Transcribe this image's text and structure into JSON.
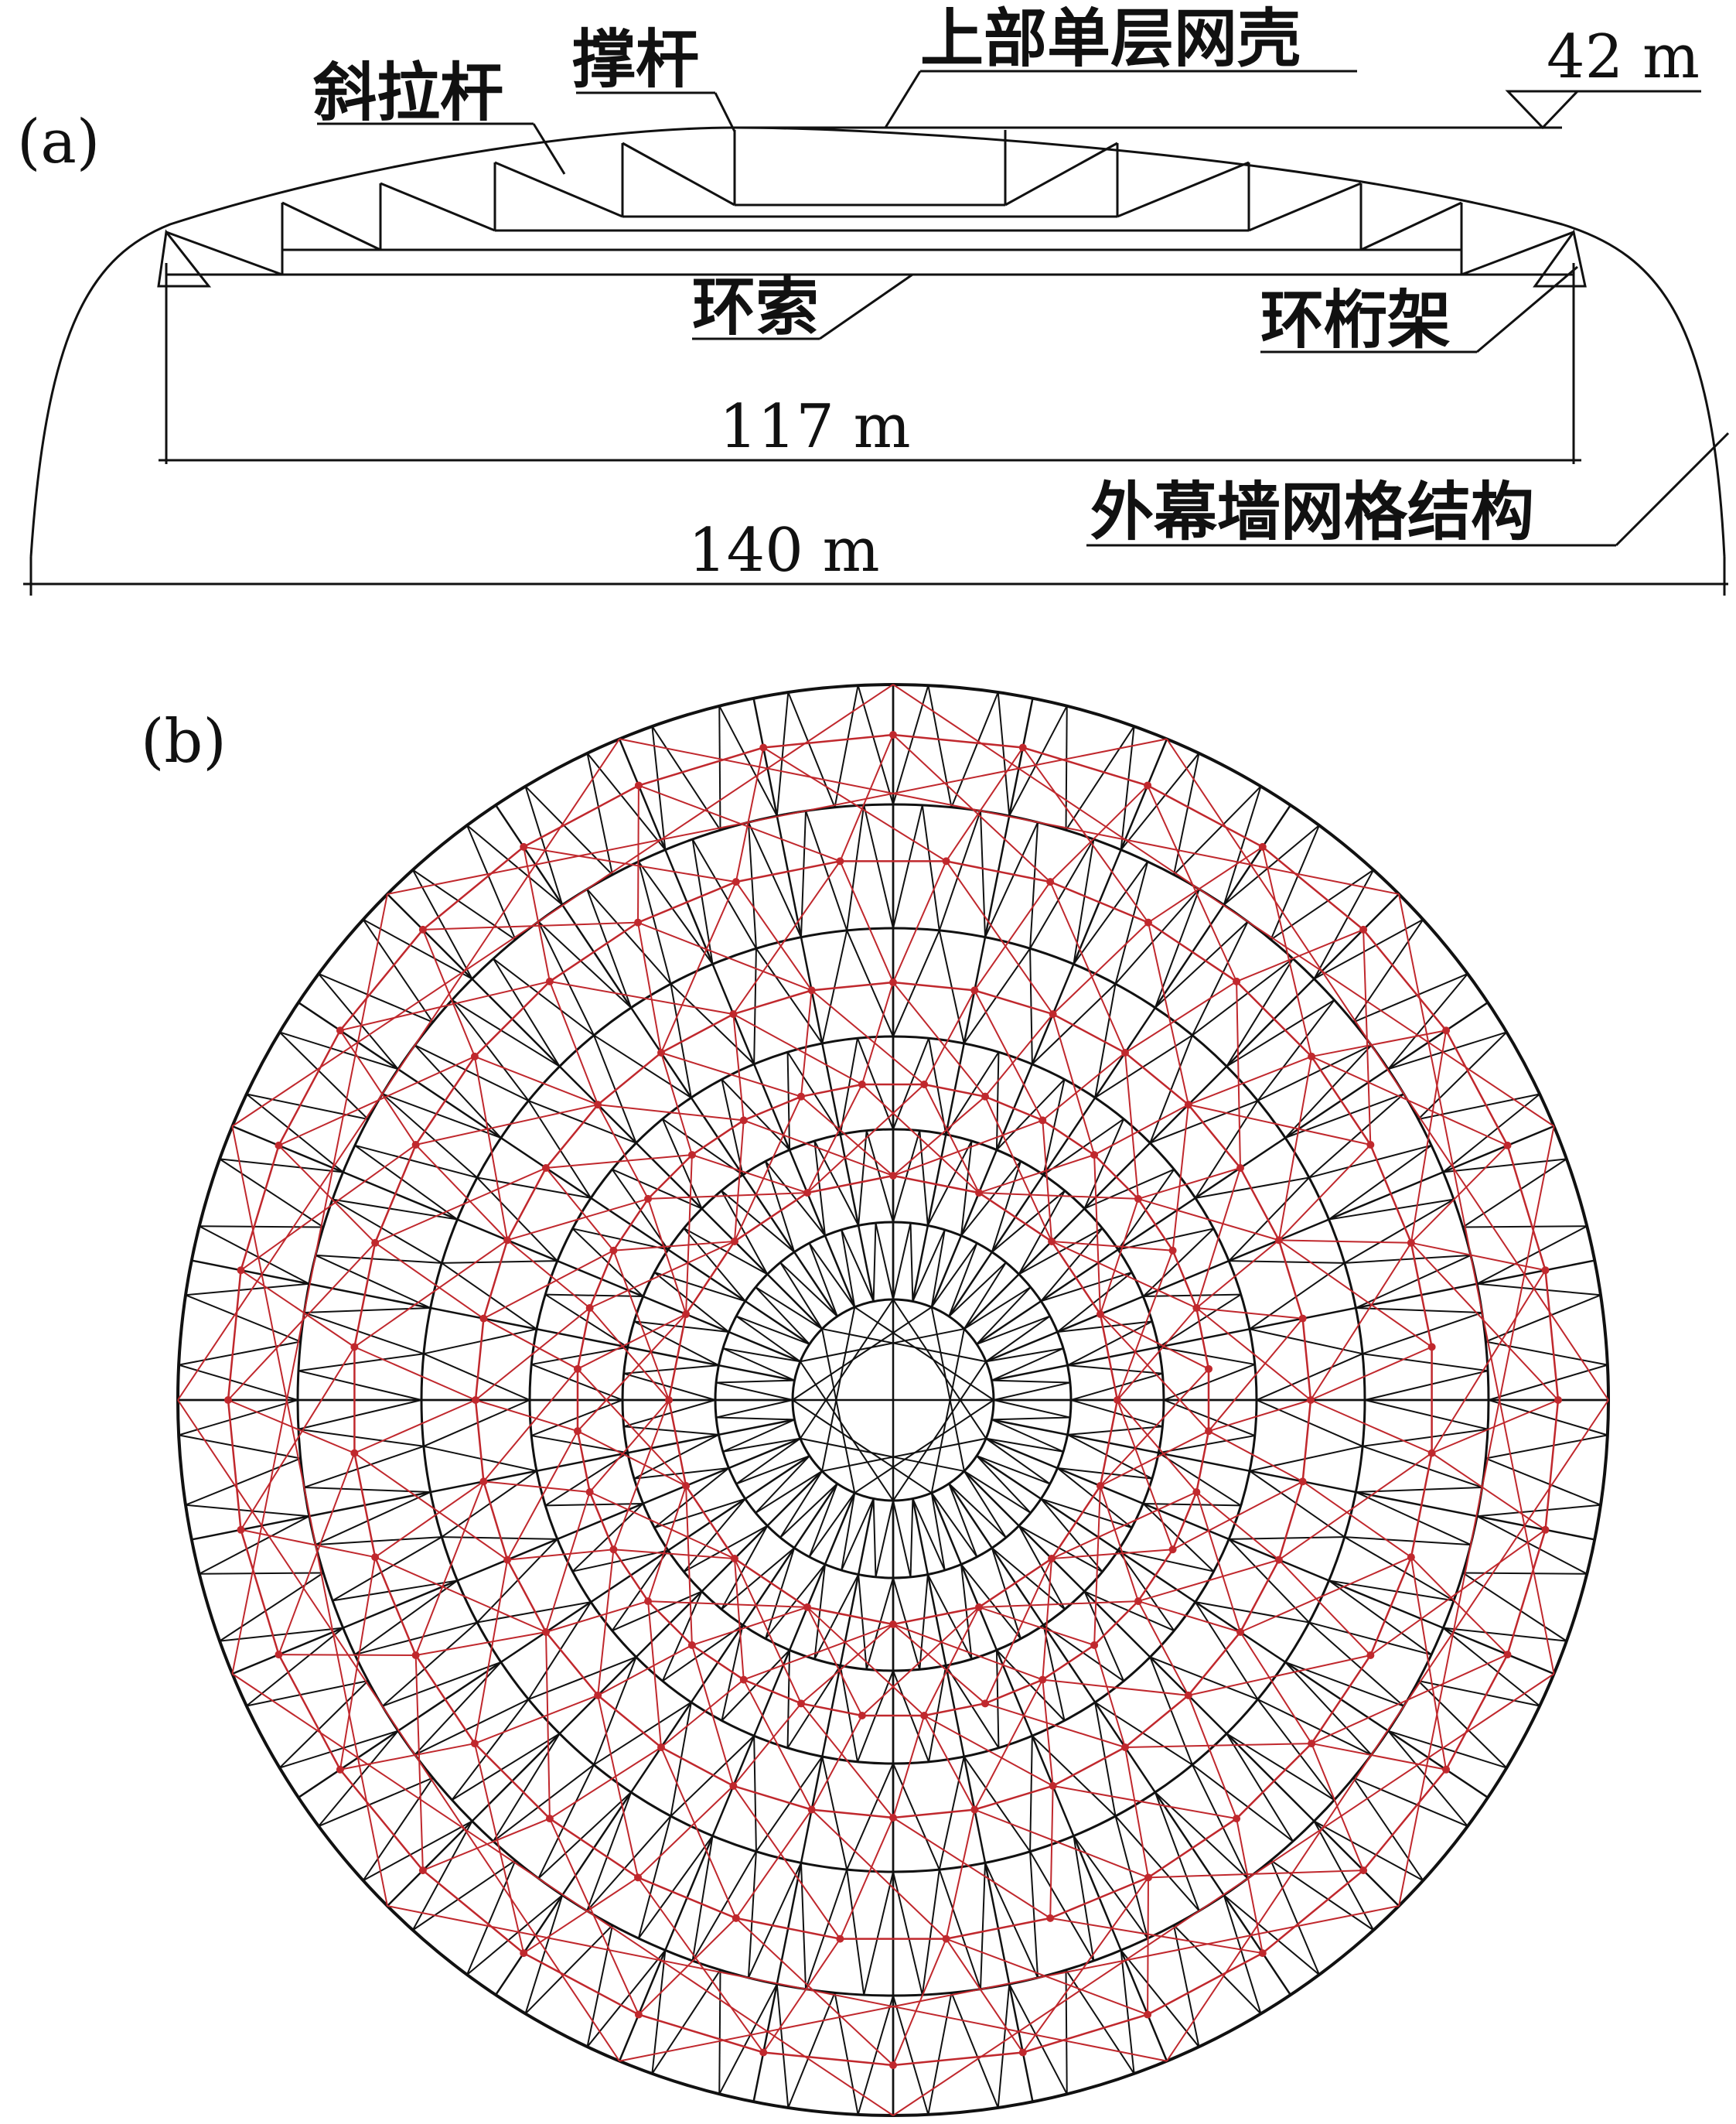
{
  "panel_a": {
    "tag": "(a)",
    "labels": {
      "diagonal_rod": "斜拉杆",
      "strut": "撑杆",
      "upper_shell": "上部单层网壳",
      "height": "42 m",
      "ring_cable": "环索",
      "ring_truss": "环桁架",
      "inner_span": "117 m",
      "facade": "外幕墙网格结构",
      "outer_span": "140 m"
    }
  },
  "panel_b": {
    "tag": "(b)"
  },
  "colors": {
    "ink": "#111111",
    "cable_net": "#c0282d"
  }
}
